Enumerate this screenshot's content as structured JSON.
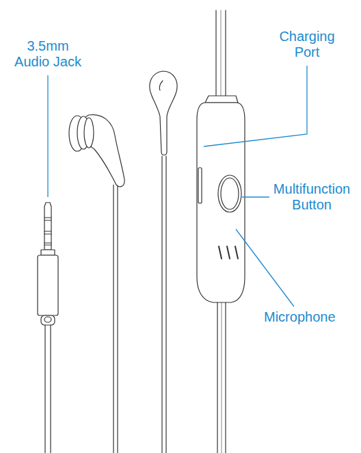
{
  "diagram": {
    "labels": [
      "3.5mm Audio Jack",
      "Charging Port",
      "Multifunction Button",
      "Microphone"
    ]
  }
}
